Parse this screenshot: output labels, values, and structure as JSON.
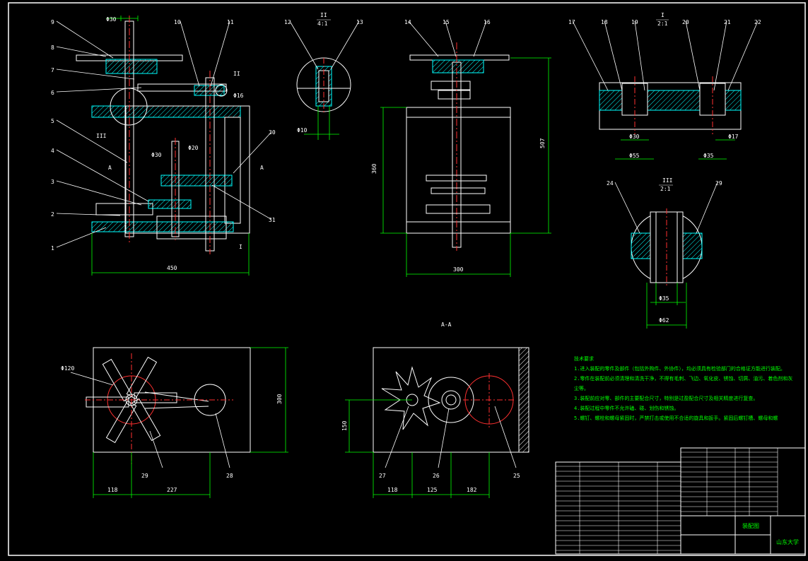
{
  "part_labels": [
    "1",
    "2",
    "3",
    "4",
    "5",
    "6",
    "7",
    "8",
    "9",
    "10",
    "11",
    "12",
    "13",
    "14",
    "15",
    "16",
    "17",
    "18",
    "19",
    "20",
    "21",
    "22",
    "24",
    "25",
    "26",
    "27",
    "28",
    "29",
    "30",
    "31"
  ],
  "dimensions": {
    "front_width": "450",
    "side_width": "300",
    "side_height_inner": "360",
    "side_height_total": "507",
    "plan_a_dim1": "118",
    "plan_a_dim2": "227",
    "plan_a_height": "300",
    "plan_a_diameter": "Φ120",
    "plan_b_dim1": "118",
    "plan_b_dim2": "125",
    "plan_b_dim3": "182",
    "plan_b_height": "150",
    "shaft_d30_top": "Φ30",
    "shaft_d30_mid": "Φ30",
    "shaft_d20": "Φ20",
    "shaft_d16": "Φ16",
    "detail2_d10": "Φ10",
    "detail3_d30": "Φ30",
    "detail3_d55": "Φ55",
    "detail3_d35": "Φ35",
    "detail3_d17": "Φ17",
    "detail4_d35": "Φ35",
    "detail4_d62": "Φ62"
  },
  "views": {
    "detail_2_name": "II",
    "detail_2_scale": "4:1",
    "detail_3_name": "I",
    "detail_3_scale": "2:1",
    "detail_4_name": "III",
    "detail_4_scale": "2:1",
    "section_mark_front": "I",
    "section_label": "A-A",
    "mark_a_left": "A",
    "mark_a_right": "A",
    "mark_ii": "II",
    "mark_iii": "III"
  },
  "notes": {
    "title": "技术要求",
    "lines": [
      "1.进入装配的零件及部件（包括外购件、外协件），均必须具有检验部门的合格证方能进行装配。",
      "2.零件在装配前必须清理和清洗干净，不得有毛刺、飞边、氧化皮、锈蚀、切屑、油污、着色剂和灰",
      "尘等。",
      "3.装配前应对零、部件的主要配合尺寸，特别是过盈配合尺寸及相关精度进行复查。",
      "4.装配过程中零件不允许磕、碰、划伤和锈蚀。",
      "5.螺钉、螺栓和螺母紧固时，严禁打击或使用不合适的旋具和扳手。紧固后螺钉槽、螺母和螺"
    ]
  },
  "title_block": {
    "drawing_name": "装配图",
    "school": "山东大学"
  },
  "colors": {
    "outline": "#ffffff",
    "section": "#00ffff",
    "center": "#ff3030",
    "dimension": "#00ff00",
    "hatch": "#00ffff"
  }
}
